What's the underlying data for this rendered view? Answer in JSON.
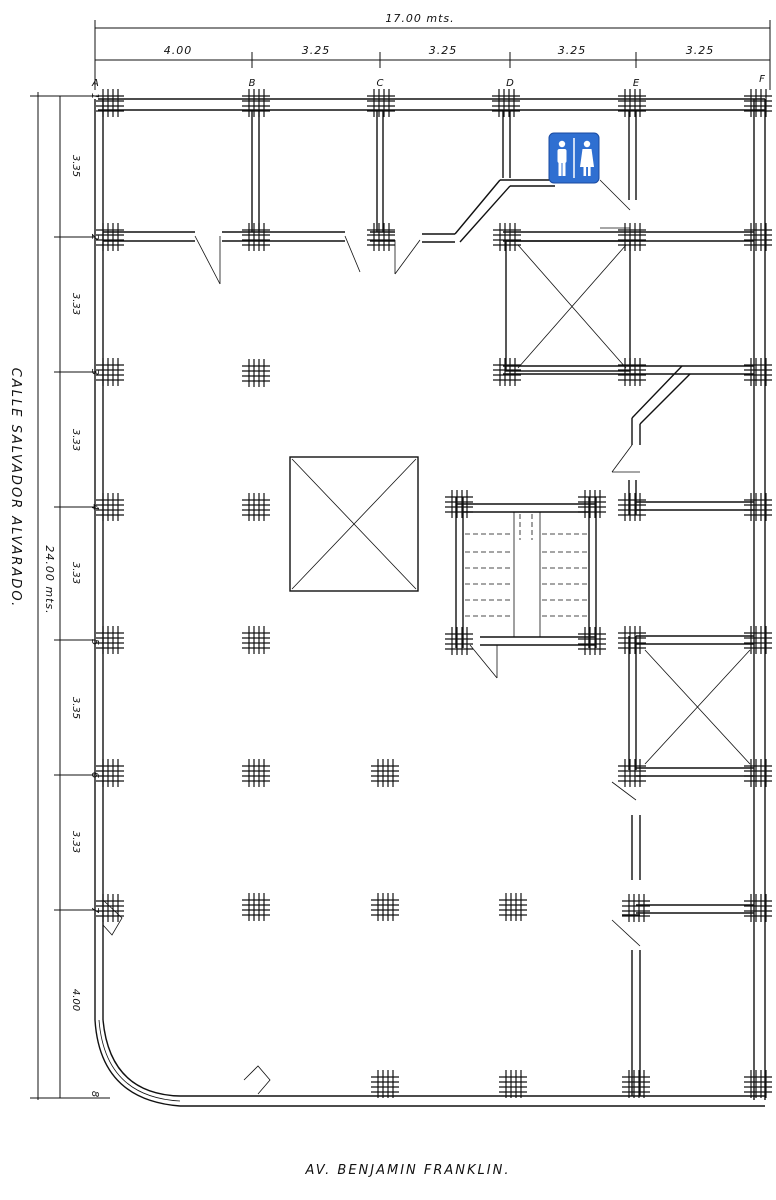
{
  "plan": {
    "overall_width": "17.00 mts.",
    "overall_depth": "24.00 mts.",
    "side_street": "CALLE SALVADOR ALVARADO.",
    "front_street": "AV. BENJAMIN FRANKLIN.",
    "top_dimensions": [
      "4.00",
      "3.25",
      "3.25",
      "3.25",
      "3.25"
    ],
    "left_dimensions": [
      "3.35",
      "3.33",
      "3.33",
      "3.33",
      "3.35",
      "3.33",
      "4.00"
    ],
    "column_axes": [
      "A",
      "B",
      "C",
      "D",
      "E",
      "F"
    ],
    "row_axes": [
      "1",
      "2",
      "3",
      "4",
      "5",
      "6",
      "7",
      "8"
    ],
    "restroom_icon": "restroom-icon",
    "restroom_icon_color": "#2f6fd1"
  }
}
